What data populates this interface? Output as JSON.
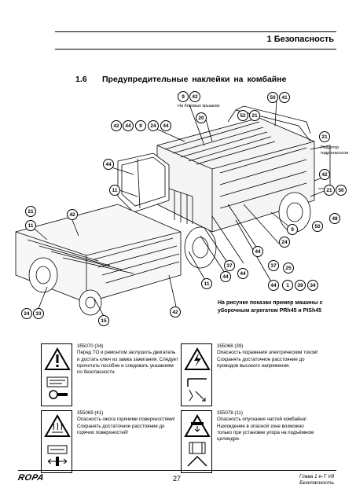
{
  "header": {
    "chapter": "1   Безопасность"
  },
  "section": {
    "number": "1.6",
    "title": "Предупредительные наклейки на комбайне"
  },
  "diagram": {
    "note_side_covers": "На боковых крышках",
    "note_reducer": "Редуктор гидронасосов",
    "caption": "На рисунке показан пример машины с уборочным агрегатом PRh45 и PISh45",
    "callouts": [
      "9",
      "42",
      "50",
      "41",
      "20",
      "52",
      "21",
      "42",
      "44",
      "9",
      "24",
      "44",
      "44",
      "21",
      "11",
      "42",
      "21",
      "50",
      "21",
      "11",
      "42",
      "48",
      "50",
      "9",
      "24",
      "44",
      "37",
      "25",
      "37",
      "44",
      "44",
      "11",
      "44",
      "1",
      "39",
      "34",
      "24",
      "33",
      "15",
      "42"
    ]
  },
  "warnings": [
    {
      "code": "355070 (34)",
      "text": "Перед ТО и ремонтом заглушить двигатель и достать ключ из замка зажигания. Следует прочитать пособие и следовать указаниям по безопасности."
    },
    {
      "code": "355068 (39)",
      "text": "Опасность поражения электрическим током! Сохранять достаточное расстояние до проводов высокого напряжения."
    },
    {
      "code": "355069 (41)",
      "text": "Опасность ожога горячими поверхностями! Сохранять достаточное расстояние до горячих поверхностей!"
    },
    {
      "code": "355078 (11)",
      "text": "Опасность опускания частей комбайна! Нахождение в опасной зоне возможно только при установке упора на подъёмном цилиндре."
    }
  ],
  "footer": {
    "logo": "ROPA",
    "page": "27",
    "chapter_ref": "Глава 1 e-T V8",
    "chapter_name": "Безопасность"
  }
}
